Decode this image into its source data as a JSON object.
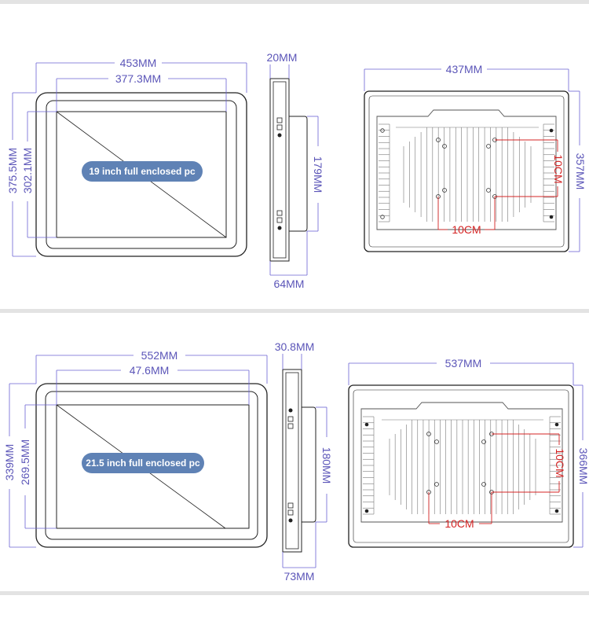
{
  "colors": {
    "dimension_line": "#6a63d3",
    "dimension_text": "#5b55b8",
    "hole_spacing": "#d42424",
    "outline": "#222222",
    "label_pill": "#5f82b5",
    "band": "#e3e3e3"
  },
  "panels": [
    {
      "front": {
        "label": "19 inch full enclosed pc",
        "width_outer": "453MM",
        "width_screen": "377.3MM",
        "height_outer": "375.5MM",
        "height_screen": "302.1MM"
      },
      "side": {
        "depth_bezel": "20MM",
        "depth_total": "64MM",
        "height_box": "179MM"
      },
      "back": {
        "width": "437MM",
        "height": "357MM",
        "hole_h": "10CM",
        "hole_v": "10CM"
      }
    },
    {
      "front": {
        "label": "21.5 inch full enclosed pc",
        "width_outer": "552MM",
        "width_screen": "47.6MM",
        "height_outer": "339MM",
        "height_screen": "269.5MM"
      },
      "side": {
        "depth_bezel": "30.8MM",
        "depth_total": "73MM",
        "height_box": "180MM"
      },
      "back": {
        "width": "537MM",
        "height": "366MM",
        "hole_h": "10CM",
        "hole_v": "10CM"
      }
    }
  ]
}
